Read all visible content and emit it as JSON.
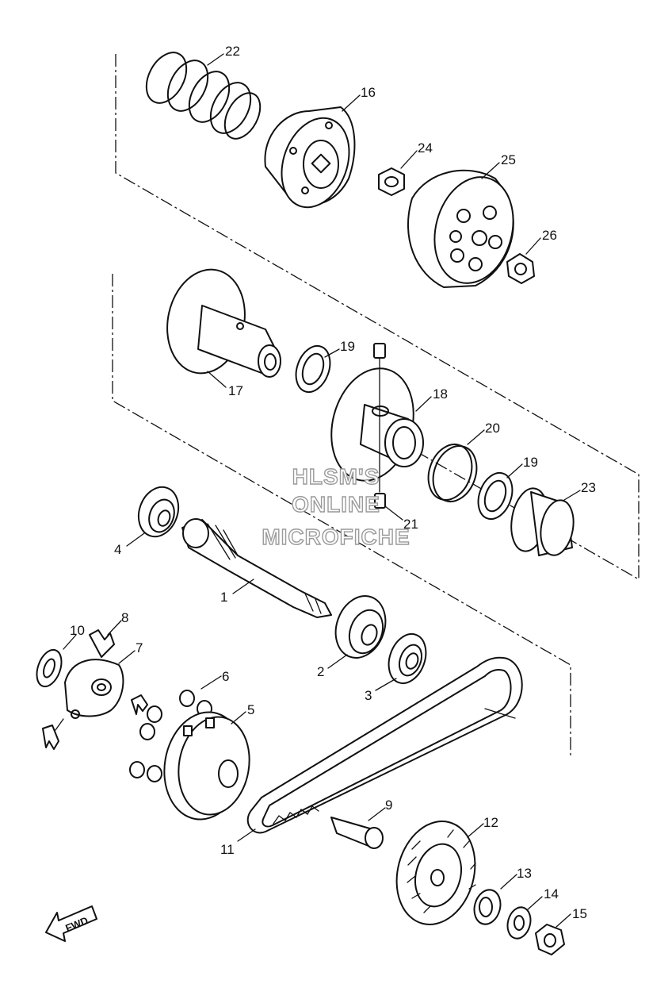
{
  "watermark": {
    "line1": "HLSM'S",
    "line2": "ONLINE",
    "line3": "MICROFICHE"
  },
  "direction_label": "FWD",
  "callouts": {
    "p1": "1",
    "p2": "2",
    "p3": "3",
    "p4": "4",
    "p5": "5",
    "p6": "6",
    "p7": "7",
    "p8": "8",
    "p9": "9",
    "p10": "10",
    "p11": "11",
    "p12": "12",
    "p13": "13",
    "p14": "14",
    "p15": "15",
    "p16": "16",
    "p17": "17",
    "p18": "18",
    "p19a": "19",
    "p19b": "19",
    "p20": "20",
    "p21": "21",
    "p22": "22",
    "p23": "23",
    "p24": "24",
    "p25": "25",
    "p26": "26"
  }
}
